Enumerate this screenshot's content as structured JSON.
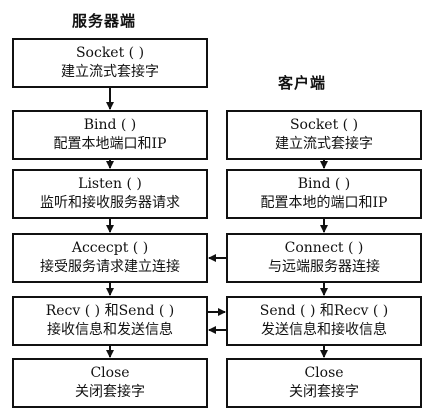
{
  "headings": {
    "server": "服务器端",
    "client": "客户端"
  },
  "server": [
    {
      "line1": "Socket ( )",
      "line2": "建立流式套接字"
    },
    {
      "line1": "Bind ( )",
      "line2": "配置本地端口和IP"
    },
    {
      "line1": "Listen ( )",
      "line2": "监听和接收服务器请求"
    },
    {
      "line1": "Accecpt ( )",
      "line2": "接受服务请求建立连接"
    },
    {
      "line1": "Recv ( ) 和Send ( )",
      "line2": "接收信息和发送信息"
    },
    {
      "line1": "Close",
      "line2": "关闭套接字"
    }
  ],
  "client": [
    {
      "line1": "Socket ( )",
      "line2": "建立流式套接字"
    },
    {
      "line1": "Bind ( )",
      "line2": "配置本地的端口和IP"
    },
    {
      "line1": "Connect ( )",
      "line2": "与远端服务器连接"
    },
    {
      "line1": "Send ( ) 和Recv ( )",
      "line2": "发送信息和接收信息"
    },
    {
      "line1": "Close",
      "line2": "关闭套接字"
    }
  ]
}
